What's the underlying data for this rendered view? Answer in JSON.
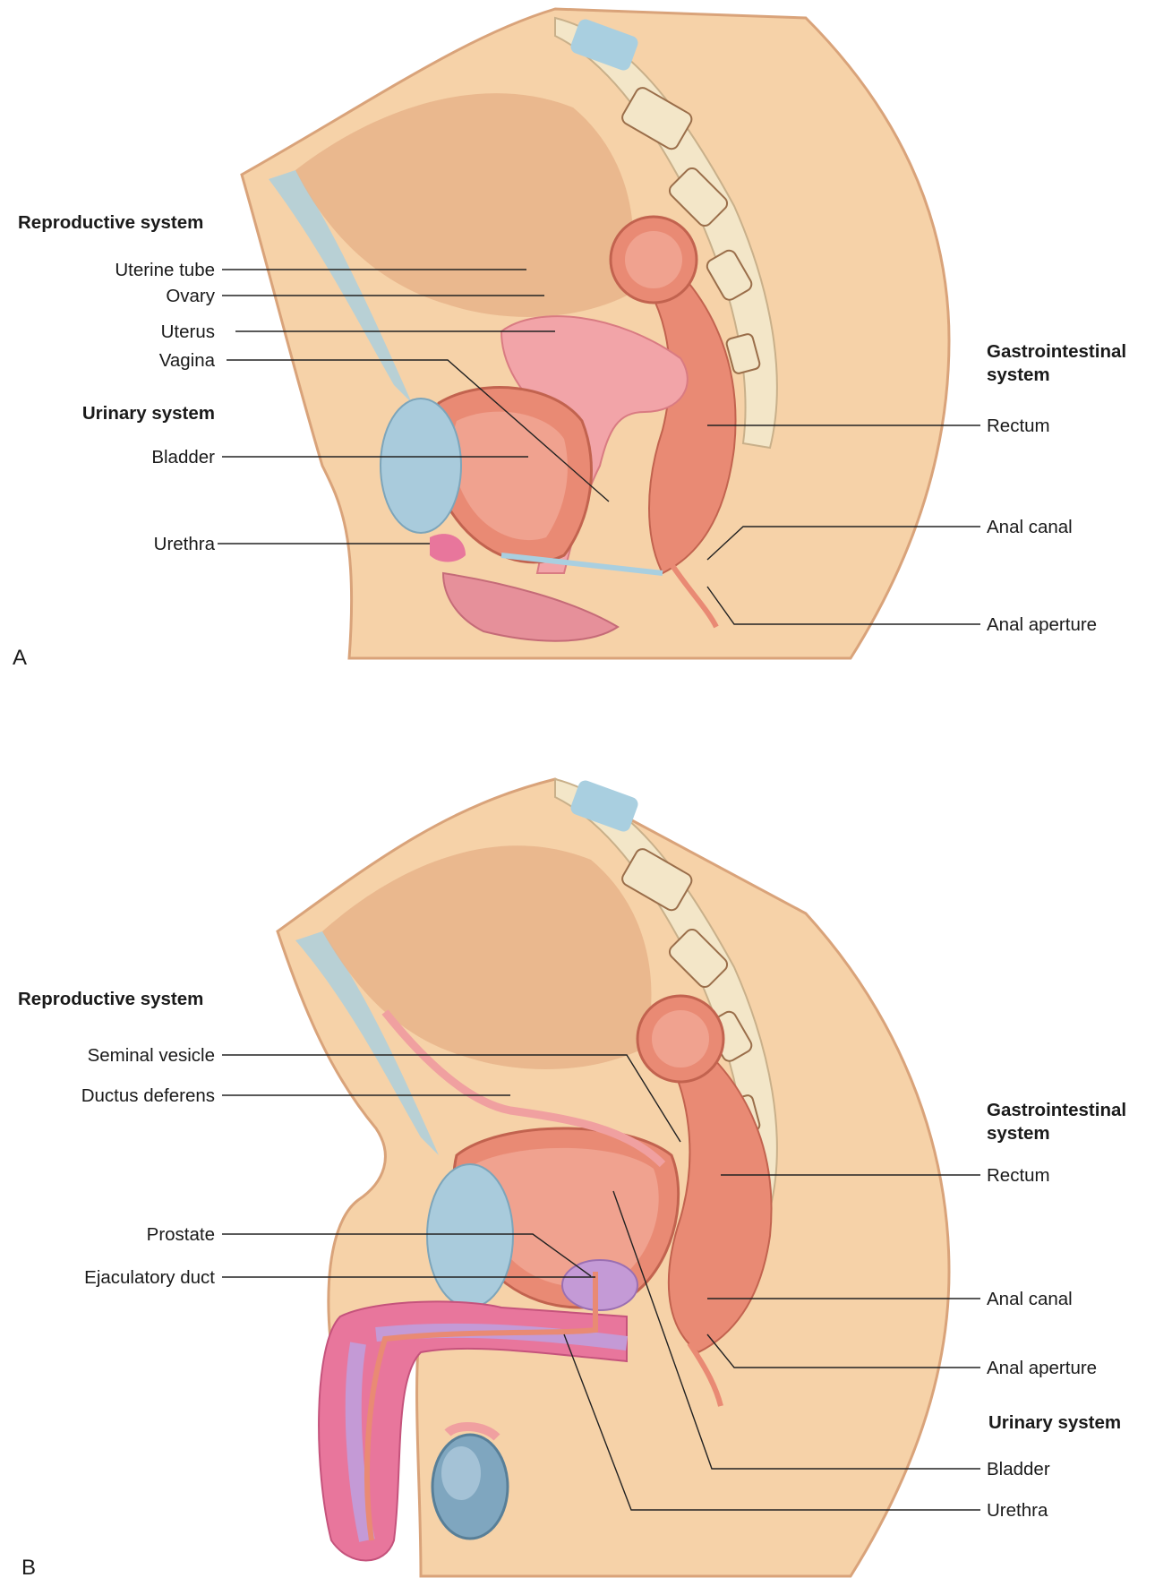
{
  "panel_a": {
    "letter": "A",
    "left_labels": {
      "reproductive_heading": "Reproductive system",
      "uterine_tube": "Uterine tube",
      "ovary": "Ovary",
      "uterus": "Uterus",
      "vagina": "Vagina",
      "urinary_heading": "Urinary system",
      "bladder": "Bladder",
      "urethra": "Urethra"
    },
    "right_labels": {
      "gi_heading_line1": "Gastrointestinal",
      "gi_heading_line2": "system",
      "rectum": "Rectum",
      "anal_canal": "Anal canal",
      "anal_aperture": "Anal aperture"
    }
  },
  "panel_b": {
    "letter": "B",
    "left_labels": {
      "reproductive_heading": "Reproductive system",
      "seminal_vesicle": "Seminal vesicle",
      "ductus_deferens": "Ductus deferens",
      "prostate": "Prostate",
      "ejaculatory_duct": "Ejaculatory duct"
    },
    "right_labels": {
      "gi_heading_line1": "Gastrointestinal",
      "gi_heading_line2": "system",
      "rectum": "Rectum",
      "anal_canal": "Anal canal",
      "anal_aperture": "Anal aperture",
      "urinary_heading": "Urinary system",
      "bladder": "Bladder",
      "urethra": "Urethra"
    }
  },
  "colors": {
    "skin": "#f6d2a8",
    "skin_outline": "#d9a37a",
    "muscle": "#e7b48a",
    "bone": "#f3e6c8",
    "bone_spots": "#9a6e4a",
    "disc": "#a9cfe0",
    "bladder": "#a9cbdc",
    "rectum": "#e98a74",
    "uterus": "#f2a4a8",
    "penis": "#e8769c",
    "prostate": "#c49ad6",
    "testis": "#7fa6bf"
  }
}
